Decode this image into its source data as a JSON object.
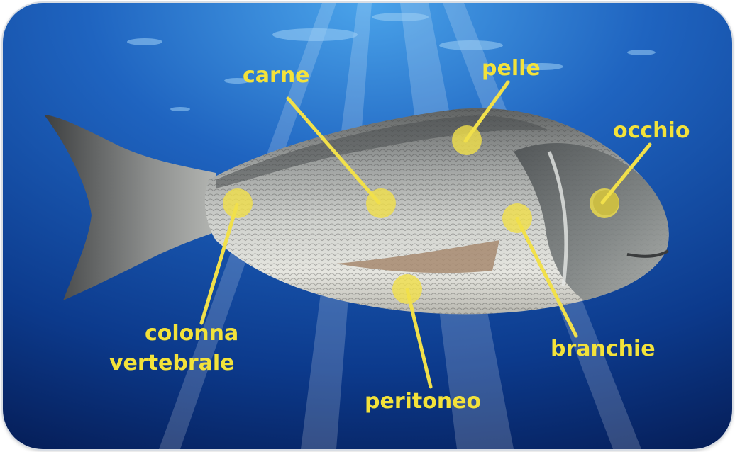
{
  "labels": {
    "carne": "carne",
    "pelle": "pelle",
    "occhio": "occhio",
    "colonna_line1": "colonna",
    "colonna_line2": "vertebrale",
    "branchie": "branchie",
    "peritoneo": "peritoneo"
  },
  "colors": {
    "label": "#f3e23a",
    "marker": "#f1e04a",
    "water_deep": "#0a2f7a",
    "water_light": "#2f7fd0"
  }
}
